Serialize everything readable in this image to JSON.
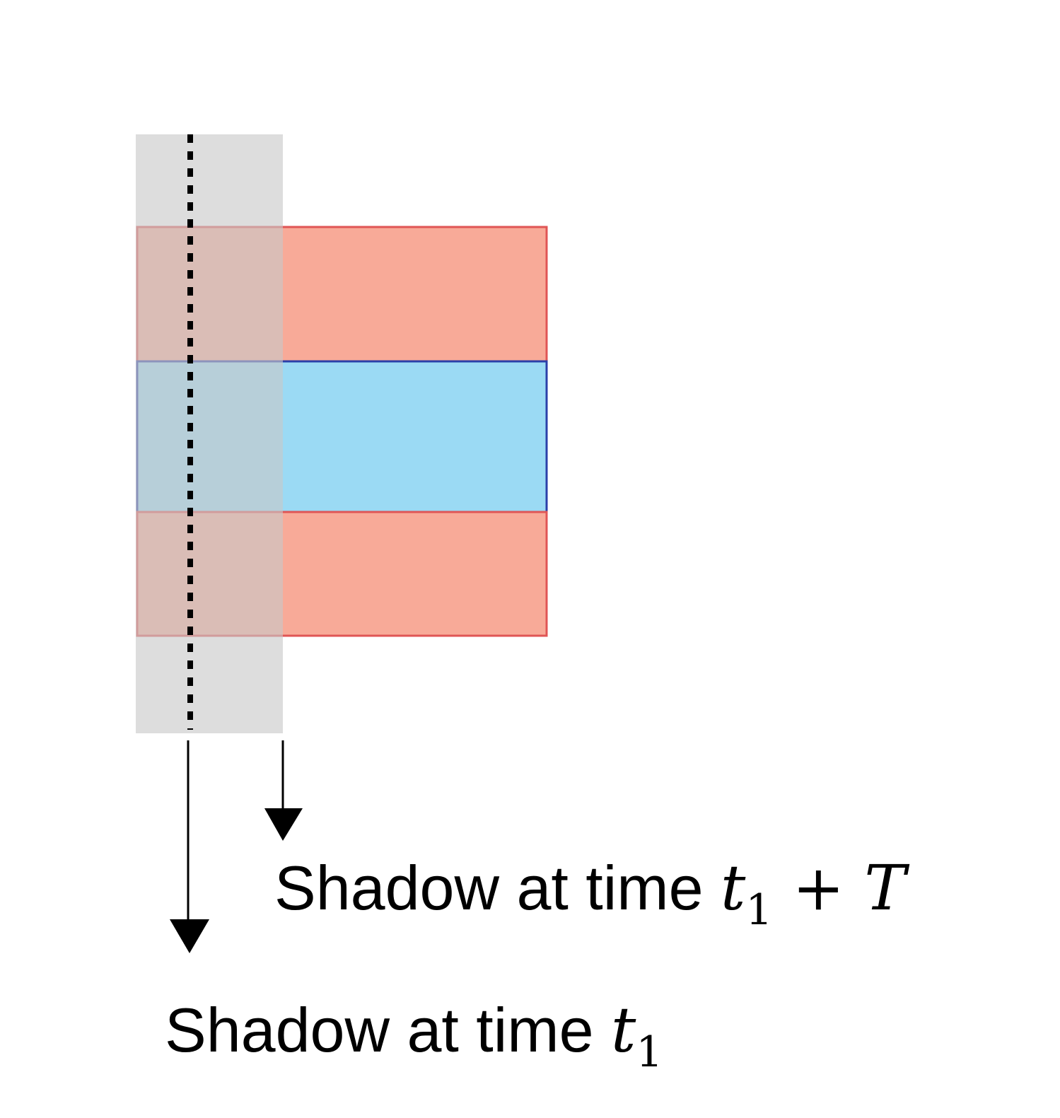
{
  "diagram": {
    "colors": {
      "outer_layer_fill": "#f8aa98",
      "outer_layer_stroke": "#e05555",
      "inner_layer_fill": "#9bdaf4",
      "inner_layer_stroke": "#2b3fa8",
      "shadow_fill": "#c8c8c8",
      "arrow": "#000000"
    },
    "labels": {
      "shadow_t1_plus_T": {
        "prefix": "Shadow at time ",
        "var": "t",
        "sub": "1",
        "suffix": " + T"
      },
      "shadow_t1": {
        "prefix": "Shadow at time ",
        "var": "t",
        "sub": "1"
      }
    }
  }
}
